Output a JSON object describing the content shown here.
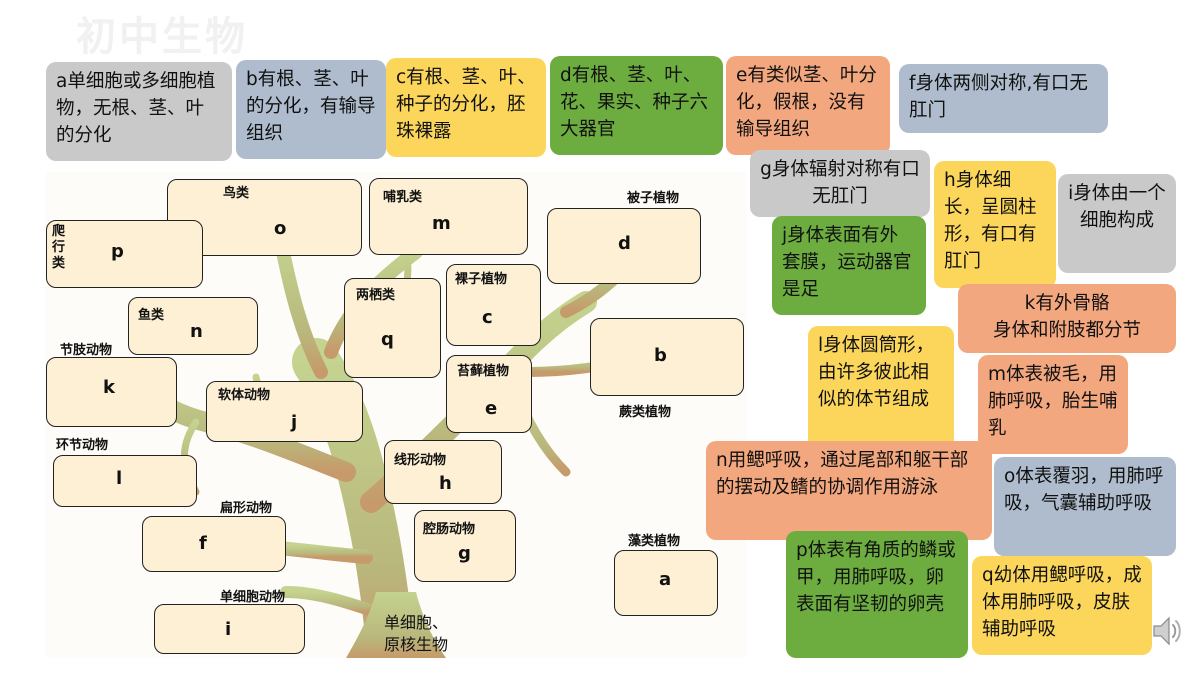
{
  "watermark": "初中生物",
  "root_label": "单细胞、\n原核生物",
  "slots": [
    {
      "letter": "o",
      "group": "鸟类"
    },
    {
      "letter": "m",
      "group": "哺乳类"
    },
    {
      "letter": "d",
      "group": "被子植物"
    },
    {
      "letter": "p",
      "group": "爬\n行\n类"
    },
    {
      "letter": "c",
      "group": "裸子植物"
    },
    {
      "letter": "q",
      "group": "两栖类"
    },
    {
      "letter": "n",
      "group": "鱼类"
    },
    {
      "letter": "b",
      "group": "蕨类植物"
    },
    {
      "letter": "k",
      "group": "节肢动物"
    },
    {
      "letter": "e",
      "group": "苔藓植物"
    },
    {
      "letter": "j",
      "group": "软体动物"
    },
    {
      "letter": "l",
      "group": "环节动物"
    },
    {
      "letter": "h",
      "group": "线形动物"
    },
    {
      "letter": "f",
      "group": "扁形动物"
    },
    {
      "letter": "g",
      "group": "腔肠动物"
    },
    {
      "letter": "a",
      "group": "藻类植物"
    },
    {
      "letter": "i",
      "group": "单细胞动物"
    }
  ],
  "cards": {
    "a": "a单细胞或多细胞植物，无根、茎、叶的分化",
    "b": "b有根、茎、叶的分化，有输导组织",
    "c": "c有根、茎、叶、种子的分化，胚珠裸露",
    "d": "d有根、茎、叶、花、果实、种子六大器官",
    "e": "e有类似茎、叶分化，假根，没有输导组织",
    "f": "f身体两侧对称,有口无肛门",
    "g": "g身体辐射对称有口无肛门",
    "h": "h身体细长，呈圆柱形，有口有肛门",
    "i": "i身体由一个细胞构成",
    "j": "j身体表面有外套膜，运动器官是足",
    "k": "k有外骨骼\n身体和附肢都分节",
    "l": "l身体圆筒形，由许多彼此相似的体节组成",
    "m": "m体表被毛，用肺呼吸，胎生哺乳",
    "n": "n用鳃呼吸，通过尾部和躯干部的摆动及鳍的协调作用游泳",
    "o": "o体表覆羽，用肺呼吸，气囊辅助呼吸",
    "p": "p体表有角质的鳞或甲，用肺呼吸，卵表面有坚韧的卵壳",
    "q": "q幼体用鳃呼吸，成体用肺呼吸，皮肤辅助呼吸"
  },
  "colors": {
    "gray": "#c9c9c9",
    "slate": "#aebccd",
    "yellow": "#fbd65a",
    "green": "#6dad3f",
    "orange": "#f3a77e",
    "slot": "#fdf0d5",
    "trunk": "#b6c77d"
  },
  "icons": {
    "speaker": "speaker-icon"
  }
}
